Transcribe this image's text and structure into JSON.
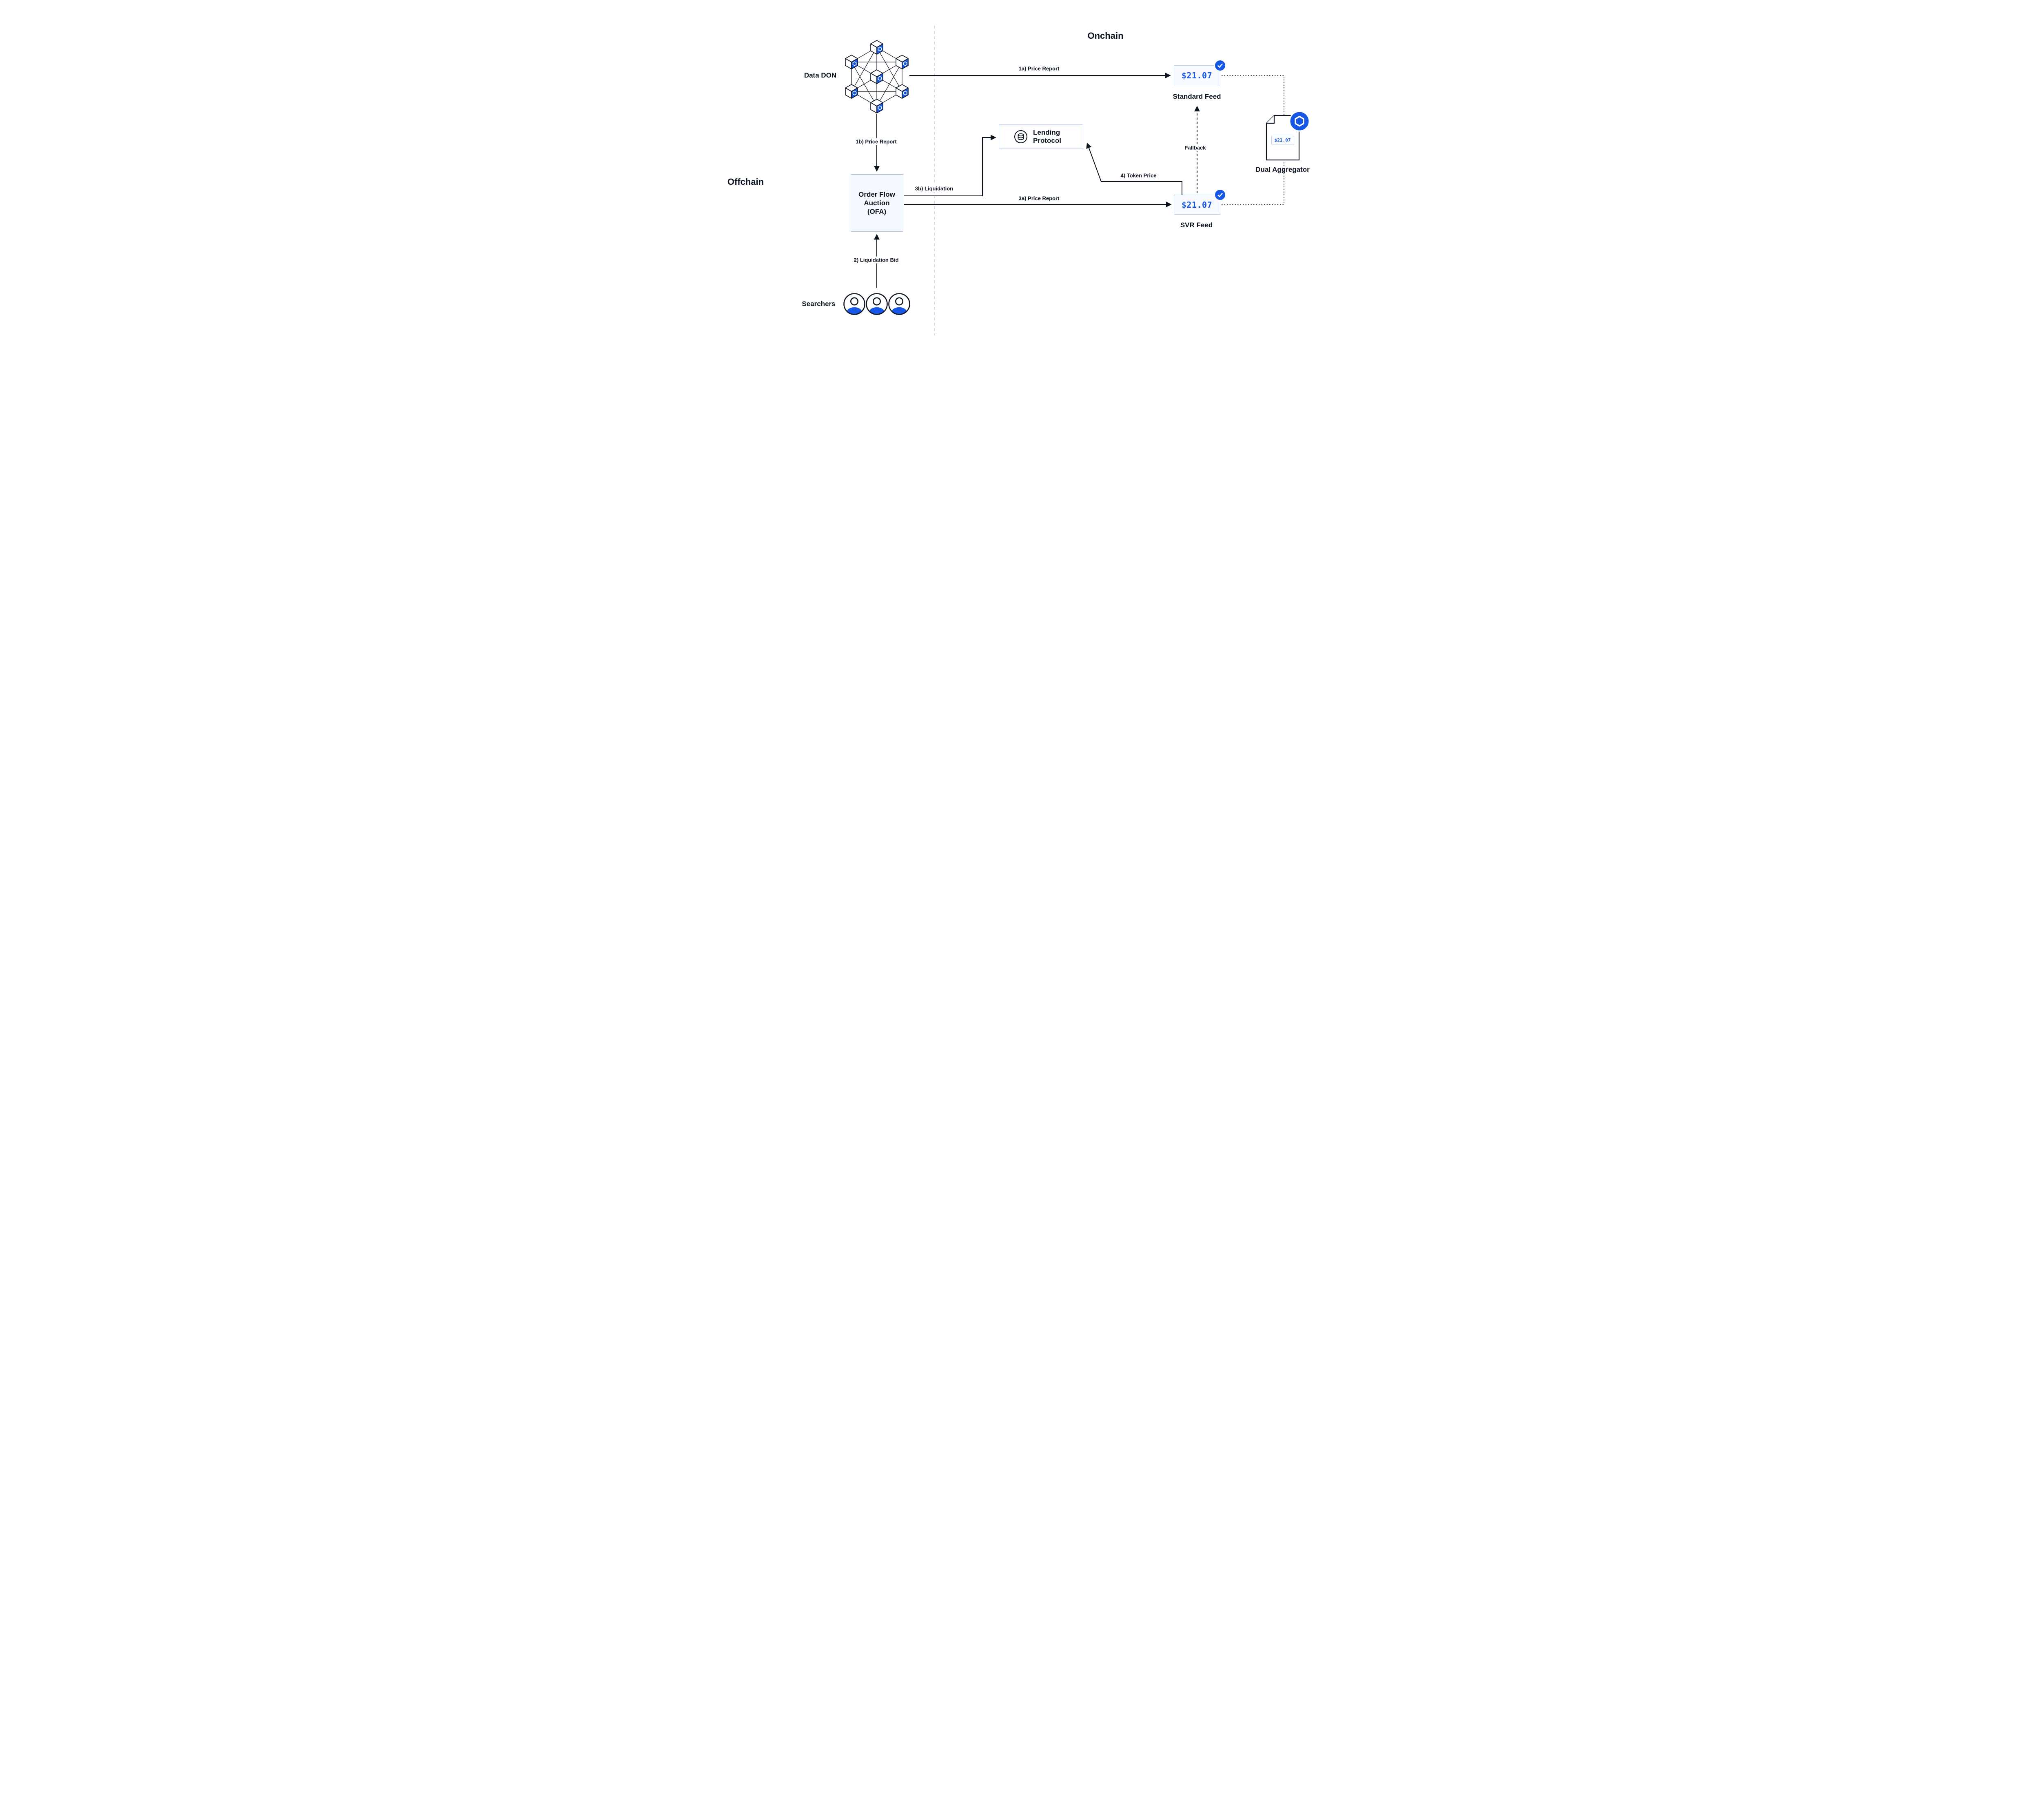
{
  "colors": {
    "accent": "#1657E5",
    "line": "#0D1520",
    "feed_border": "#BCD2F2",
    "feed_bg": "#F8FAFF"
  },
  "sections": {
    "offchain": "Offchain",
    "onchain": "Onchain"
  },
  "nodes": {
    "data_don": {
      "label": "Data DON"
    },
    "ofa": {
      "label": "Order Flow Auction (OFA)"
    },
    "searchers": {
      "label": "Searchers"
    },
    "lending_protocol": {
      "label": "Lending Protocol"
    },
    "standard_feed": {
      "label": "Standard Feed",
      "value": "$21.07"
    },
    "svr_feed": {
      "label": "SVR Feed",
      "value": "$21.07"
    },
    "dual_aggregator": {
      "label": "Dual Aggregator",
      "value": "$21.07"
    }
  },
  "edges": {
    "e1a": {
      "label": "1a) Price Report"
    },
    "e1b": {
      "label": "1b) Price Report"
    },
    "e2": {
      "label": "2) Liquidation Bid"
    },
    "e3a": {
      "label": "3a) Price Report"
    },
    "e3b": {
      "label": "3b) Liquidation"
    },
    "e4": {
      "label": "4) Token Price"
    },
    "fallback": {
      "label": "Fallback"
    }
  },
  "icons": {
    "check_badge": "check-icon",
    "chainlink_logo": "chainlink-hexagon-icon",
    "lending_icon": "coins-icon"
  }
}
